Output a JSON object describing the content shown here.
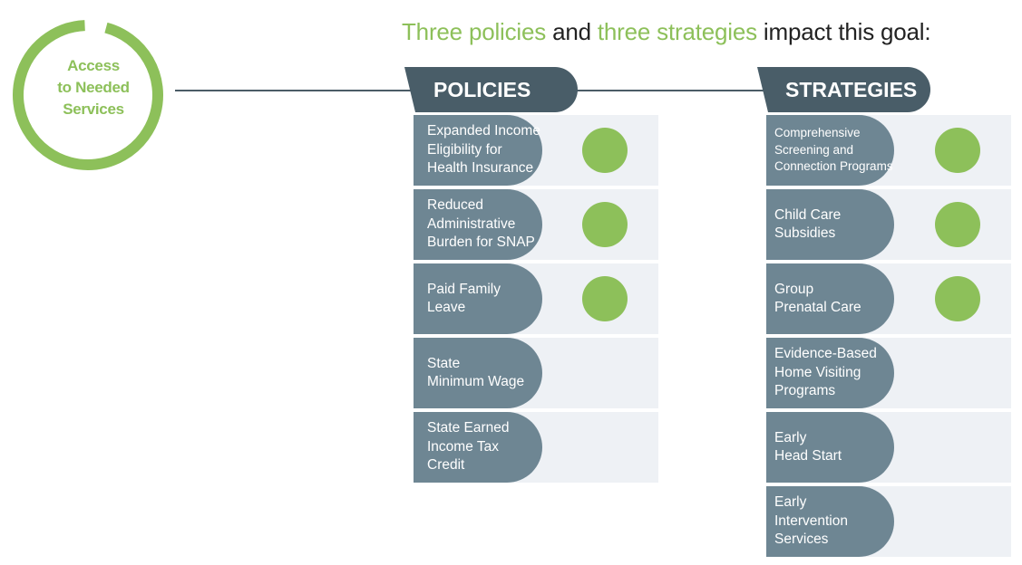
{
  "colors": {
    "accent_green": "#8dc05a",
    "tab_dark": "#495d68",
    "row_label": "#6e8693",
    "row_bg": "#eef1f5"
  },
  "goal": {
    "lines": [
      "Access",
      "to Needed",
      "Services"
    ]
  },
  "headline": {
    "part1": "Three policies",
    "part2": " and ",
    "part3": "three strategies",
    "part4": " impact this goal:"
  },
  "policies": {
    "title": "POLICIES",
    "items": [
      {
        "label": "Expanded Income\nEligibility for\nHealth Insurance",
        "impact": true
      },
      {
        "label": "Reduced\nAdministrative\nBurden for SNAP",
        "impact": true
      },
      {
        "label": "Paid Family\nLeave",
        "impact": true
      },
      {
        "label": "State\nMinimum Wage",
        "impact": false
      },
      {
        "label": "State Earned\nIncome Tax\nCredit",
        "impact": false
      }
    ]
  },
  "strategies": {
    "title": "STRATEGIES",
    "items": [
      {
        "label": "Comprehensive\nScreening and\nConnection Programs",
        "impact": true
      },
      {
        "label": "Child Care\nSubsidies",
        "impact": true
      },
      {
        "label": "Group\nPrenatal Care",
        "impact": true
      },
      {
        "label": "Evidence-Based\nHome Visiting\nPrograms",
        "impact": false
      },
      {
        "label": "Early\nHead Start",
        "impact": false
      },
      {
        "label": "Early\nIntervention\nServices",
        "impact": false
      }
    ]
  }
}
